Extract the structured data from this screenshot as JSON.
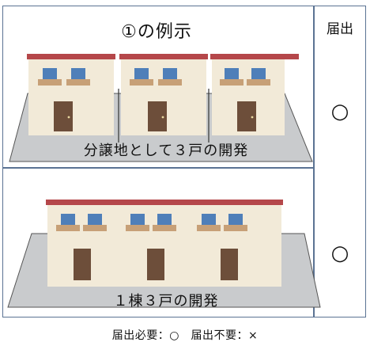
{
  "title": "①の例示",
  "column_header": "届出",
  "rows": [
    {
      "label": "分譲地として３戸の開発",
      "mark": "○"
    },
    {
      "label": "１棟３戸の開発",
      "mark": "○"
    }
  ],
  "legend": "届出必要：○　届出不要：×",
  "colors": {
    "border": "#5b7393",
    "ground": "#c9cbcd",
    "wall": "#f2ead8",
    "roof": "#b5474a",
    "window": "#4f7fb9",
    "door": "#6d4e3a",
    "balcony": "#c7a077"
  }
}
